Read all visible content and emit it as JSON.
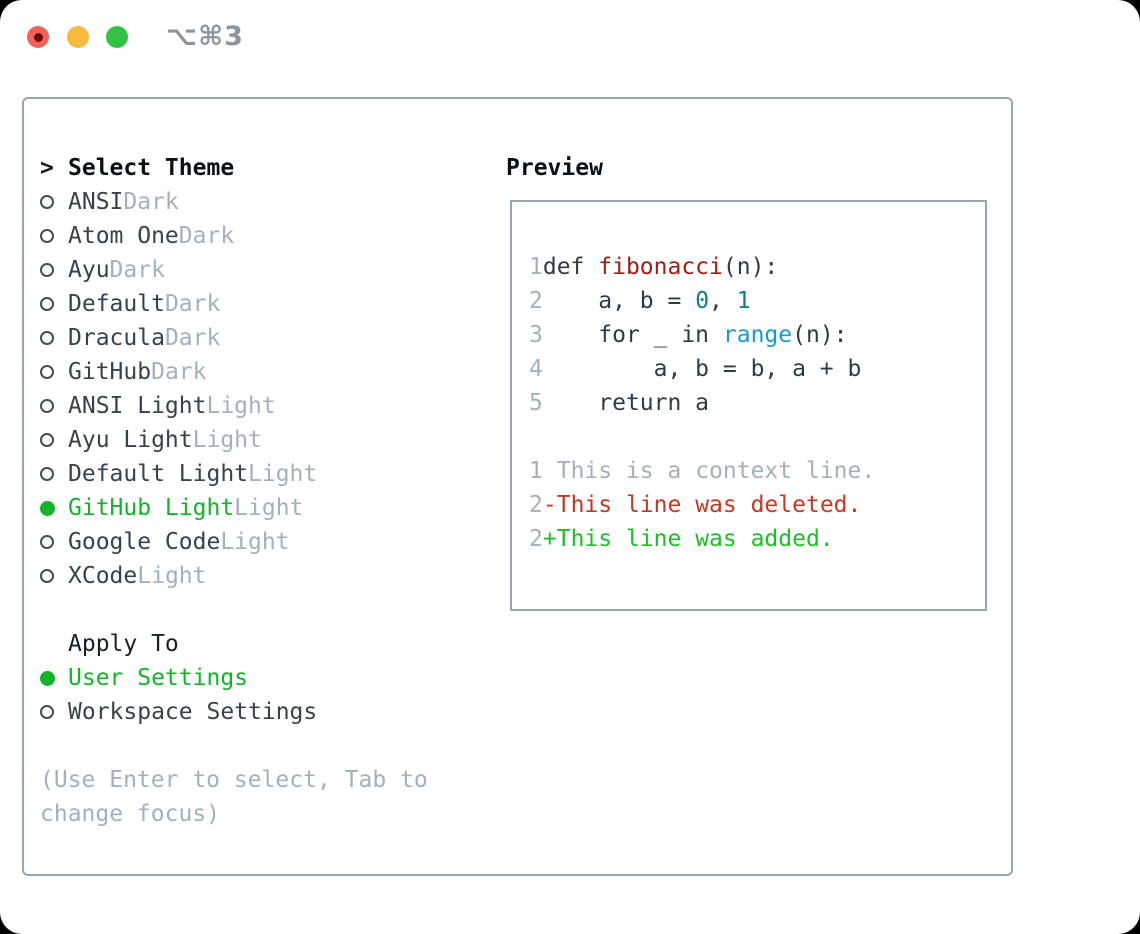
{
  "titlebar": {
    "title": "⌥⌘3"
  },
  "theme_selector": {
    "cursor": ">",
    "header": "Select Theme",
    "themes": [
      {
        "name": "ANSI",
        "tag": "Dark",
        "selected": false
      },
      {
        "name": "Atom One",
        "tag": "Dark",
        "selected": false
      },
      {
        "name": "Ayu",
        "tag": "Dark",
        "selected": false
      },
      {
        "name": "Default",
        "tag": "Dark",
        "selected": false
      },
      {
        "name": "Dracula",
        "tag": "Dark",
        "selected": false
      },
      {
        "name": "GitHub",
        "tag": "Dark",
        "selected": false
      },
      {
        "name": "ANSI Light",
        "tag": "Light",
        "selected": false
      },
      {
        "name": "Ayu Light",
        "tag": "Light",
        "selected": false
      },
      {
        "name": "Default Light",
        "tag": "Light",
        "selected": false
      },
      {
        "name": "GitHub Light",
        "tag": "Light",
        "selected": true
      },
      {
        "name": "Google Code",
        "tag": "Light",
        "selected": false
      },
      {
        "name": "XCode",
        "tag": "Light",
        "selected": false
      }
    ]
  },
  "apply_to": {
    "header": "Apply To",
    "options": [
      {
        "label": "User Settings",
        "selected": true
      },
      {
        "label": "Workspace Settings",
        "selected": false
      }
    ]
  },
  "hint": {
    "lines": [
      "(Use Enter to select, Tab to",
      "change focus)"
    ]
  },
  "preview": {
    "header": "Preview",
    "code_lines": [
      {
        "num": "1",
        "tokens": [
          {
            "t": "def ",
            "c": "pl"
          },
          {
            "t": "fibonacci",
            "c": "fn"
          },
          {
            "t": "(n):",
            "c": "pl"
          }
        ]
      },
      {
        "num": "2",
        "tokens": [
          {
            "t": "    a, b = ",
            "c": "pl"
          },
          {
            "t": "0",
            "c": "nm"
          },
          {
            "t": ", ",
            "c": "pl"
          },
          {
            "t": "1",
            "c": "nm"
          }
        ]
      },
      {
        "num": "3",
        "tokens": [
          {
            "t": "    for _ in ",
            "c": "pl"
          },
          {
            "t": "range",
            "c": "nb"
          },
          {
            "t": "(n):",
            "c": "pl"
          }
        ]
      },
      {
        "num": "4",
        "tokens": [
          {
            "t": "        a, b = b, a + b",
            "c": "pl"
          }
        ]
      },
      {
        "num": "5",
        "tokens": [
          {
            "t": "    return a",
            "c": "pl"
          }
        ]
      }
    ],
    "diff_lines": [
      {
        "num": "1",
        "marker": " ",
        "text": "This is a context line.",
        "type": "context"
      },
      {
        "num": "2",
        "marker": "-",
        "text": "This line was deleted.",
        "type": "deleted"
      },
      {
        "num": "2",
        "marker": "+",
        "text": "This line was added.",
        "type": "added"
      }
    ]
  },
  "colors": {
    "accent-green": "#13b32b",
    "text-dark": "#3a4149",
    "muted": "#a7afba",
    "panel-border": "#9aa5b0",
    "code-plain": "#333a41",
    "code-function": "#a51b16",
    "code-builtin": "#149bd1",
    "code-number": "#0c8080",
    "diff-red": "#c63722",
    "diff-green": "#19c122",
    "titlebar-gray": "#8d939b",
    "traffic-red": "#f4605a",
    "traffic-yellow": "#f8ba3a",
    "traffic-green": "#31c346"
  }
}
